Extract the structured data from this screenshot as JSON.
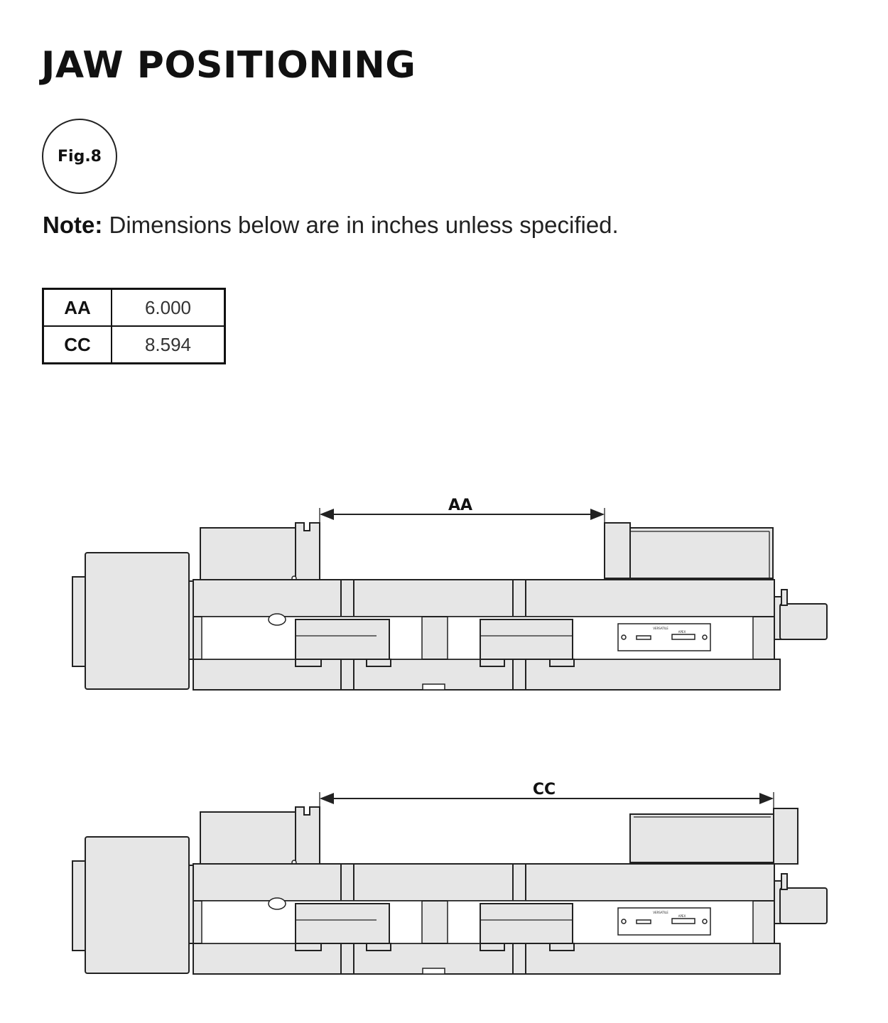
{
  "title": "JAW POSITIONING",
  "figure_label": "Fig.8",
  "note": {
    "bold": "Note:",
    "text": " Dimensions below are in inches unless specified."
  },
  "dimensions": [
    {
      "key": "AA",
      "value": "6.000"
    },
    {
      "key": "CC",
      "value": "8.594"
    }
  ],
  "diagrams": [
    {
      "dimension_label": "AA"
    },
    {
      "dimension_label": "CC"
    }
  ],
  "nameplate": {
    "brand": "VERSATILE",
    "model": "APEX"
  },
  "colors": {
    "part_fill": "#e6e6e6",
    "line": "#222222"
  }
}
